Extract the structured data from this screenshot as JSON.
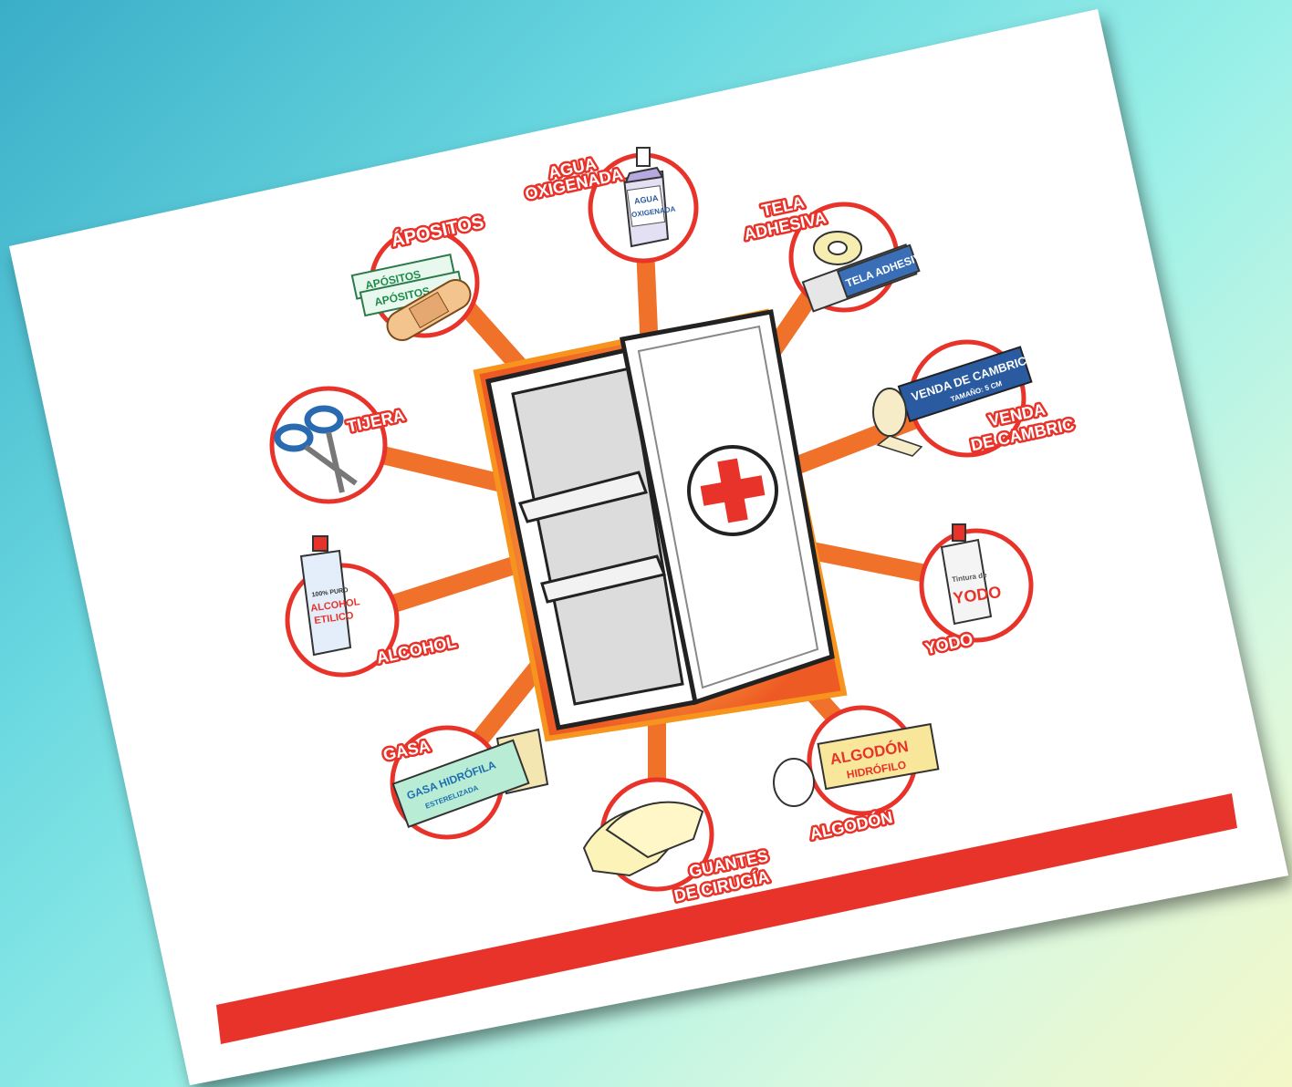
{
  "items": {
    "apositos": {
      "label": "ÁPOSITOS",
      "pack_text_1": "APÓSITOS",
      "pack_text_2": "APÓSITOS"
    },
    "agua": {
      "label_1": "AGUA",
      "label_2": "OXIGENADA",
      "bottle_text_1": "AGUA",
      "bottle_text_2": "OXIGENADA"
    },
    "tela": {
      "label_1": "TELA",
      "label_2": "ADHESIVA",
      "box_text": "TELA ADHESIVA"
    },
    "venda": {
      "label_1": "VENDA",
      "label_2": "DE CAMBRIC",
      "box_text": "VENDA DE CAMBRIC",
      "box_subtext": "TAMAÑO: 5 CM"
    },
    "tijera": {
      "label": "TIJERA"
    },
    "yodo": {
      "label": "YODO",
      "bottle_text_1": "Tintura de",
      "bottle_text_2": "YODO"
    },
    "alcohol": {
      "label": "ALCOHOL",
      "bottle_text_1": "100% PURO",
      "bottle_text_2": "ALCOHOL",
      "bottle_text_3": "ETILICO"
    },
    "gasa": {
      "label": "GASA",
      "pack_text_1": "GASA HIDRÓFILA",
      "pack_text_2": "ESTERELIZADA"
    },
    "algodon": {
      "label": "ALGODÓN",
      "pack_text_1": "ALGODÓN",
      "pack_text_2": "HIDRÓFILO"
    },
    "guantes": {
      "label_1": "GUANTES",
      "label_2": "DE CIRUGÍA"
    }
  },
  "colors": {
    "accent_red": "#e8332a",
    "spoke_orange": "#f58a1f",
    "cabinet_outline": "#333333",
    "background_start": "#3aaec8",
    "background_end": "#f4f8c8"
  }
}
